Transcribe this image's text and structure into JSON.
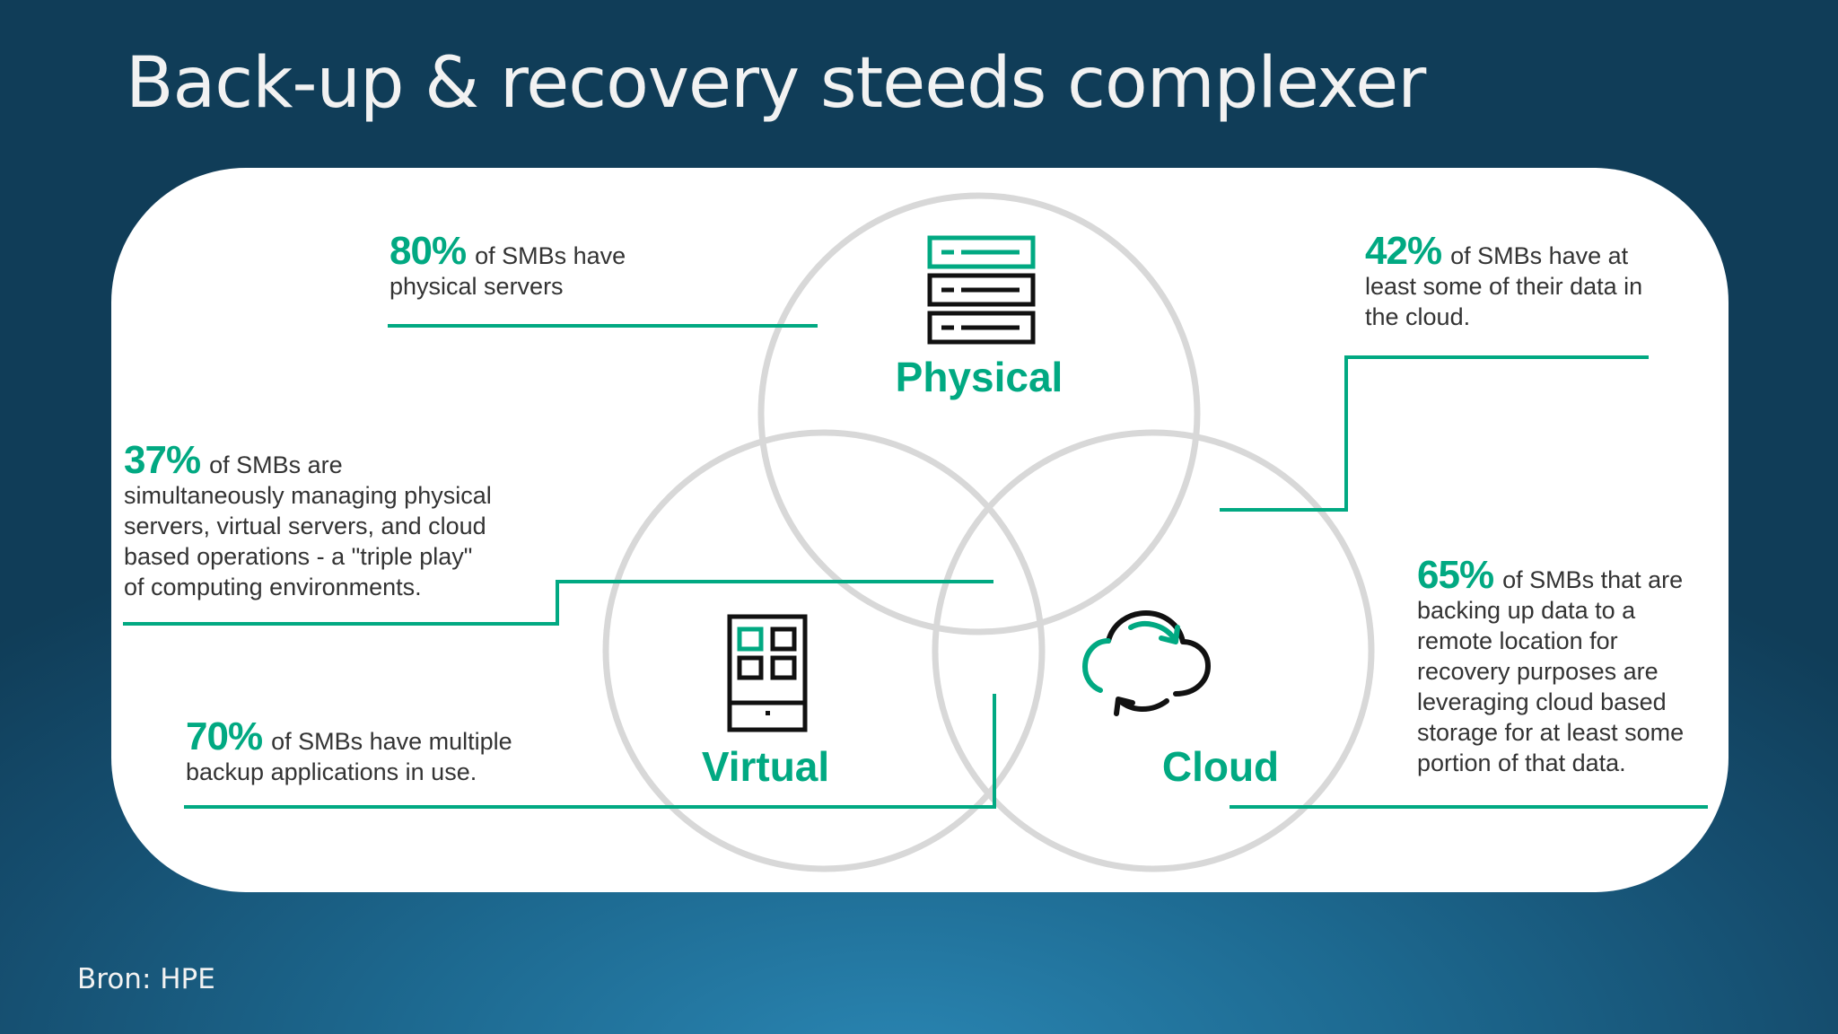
{
  "slide": {
    "title": "Back-up & recovery steeds complexer",
    "source": "Bron: HPE"
  },
  "colors": {
    "accent": "#01a982",
    "circle": "#d8d8d8",
    "text": "#333333"
  },
  "diagram": {
    "categories": [
      {
        "label": "Physical",
        "icon": "server-stack-icon"
      },
      {
        "label": "Virtual",
        "icon": "virtual-device-icon"
      },
      {
        "label": "Cloud",
        "icon": "cloud-sync-icon"
      }
    ],
    "stats": [
      {
        "percent": "80%",
        "lead": "of SMBs have",
        "lines": [
          "physical servers"
        ]
      },
      {
        "percent": "42%",
        "lead": "of SMBs have at",
        "lines": [
          "least some of their data in",
          "the cloud."
        ]
      },
      {
        "percent": "37%",
        "lead": "of SMBs are",
        "lines": [
          "simultaneously managing physical",
          "servers, virtual servers, and cloud",
          "based operations - a \"triple play\"",
          "of computing environments."
        ]
      },
      {
        "percent": "65%",
        "lead": "of SMBs that are",
        "lines": [
          "backing up data to a",
          "remote location for",
          "recovery purposes are",
          "leveraging cloud based",
          "storage for at least some",
          "portion of that data."
        ]
      },
      {
        "percent": "70%",
        "lead": "of SMBs have multiple",
        "lines": [
          "backup applications in use."
        ]
      }
    ]
  }
}
